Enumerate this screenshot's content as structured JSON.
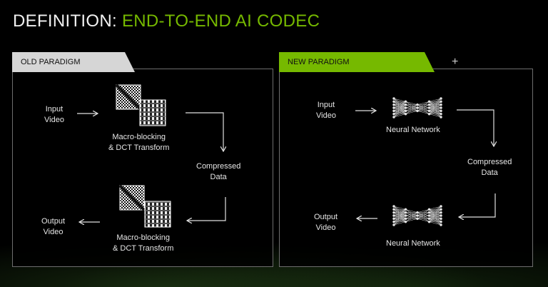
{
  "title": {
    "prefix": "DEFINITION:",
    "highlight": "END-TO-END AI CODEC"
  },
  "old_paradigm": {
    "tab_label": "OLD PARADIGM",
    "input_label": [
      "Input",
      "Video"
    ],
    "encode_label": [
      "Macro-blocking",
      "& DCT Transform"
    ],
    "compressed_label": [
      "Compressed",
      "Data"
    ],
    "decode_label": [
      "Macro-blocking",
      "& DCT Transform"
    ],
    "output_label": [
      "Output",
      "Video"
    ]
  },
  "new_paradigm": {
    "tab_label": "NEW PARADIGM",
    "input_label": [
      "Input",
      "Video"
    ],
    "encoder_label": "Neural Network",
    "compressed_label": [
      "Compressed",
      "Data"
    ],
    "decoder_label": "Neural Network",
    "output_label": [
      "Output",
      "Video"
    ]
  },
  "icons": {
    "plus": "+"
  },
  "colors": {
    "accent": "#76b900",
    "tab_old": "#d6d6d6",
    "background": "#000000"
  }
}
